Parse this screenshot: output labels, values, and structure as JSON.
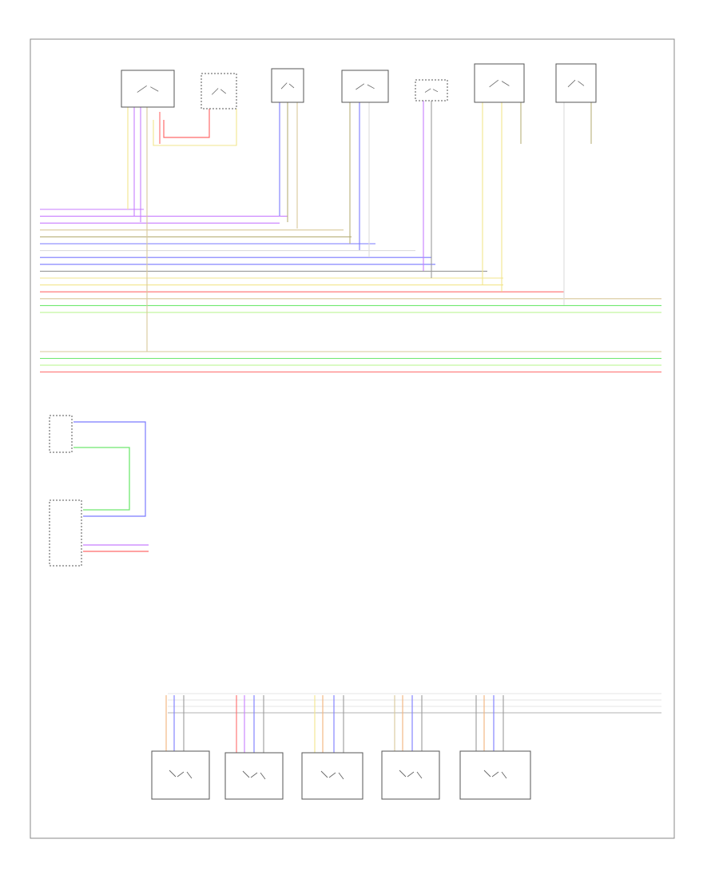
{
  "page": {
    "number": ""
  },
  "colors": {
    "red": "#ff6b6b",
    "blue": "#7a7aff",
    "violet": "#c77dff",
    "yellow": "#f2e58c",
    "tan": "#d8c89a",
    "olive": "#b8b07a",
    "green": "#6fe86f",
    "lightgreen": "#b5f58a",
    "orange": "#f2b27a",
    "brown": "#c08a5a",
    "gray": "#9a9a9a",
    "white": "#dddddd"
  },
  "top_components": [
    {
      "id": "c1",
      "icon": "module-icon"
    },
    {
      "id": "c2",
      "icon": "switch-icon"
    },
    {
      "id": "c3",
      "icon": "sensor-icon"
    },
    {
      "id": "c4",
      "icon": "module-icon"
    },
    {
      "id": "c5",
      "icon": "connector-icon"
    },
    {
      "id": "c6",
      "icon": "motor-icon"
    },
    {
      "id": "c7",
      "icon": "motor-icon"
    }
  ],
  "bottom_components": [
    {
      "id": "b1",
      "icon": "motor-icon"
    },
    {
      "id": "b2",
      "icon": "motor-icon"
    },
    {
      "id": "b3",
      "icon": "motor-icon"
    },
    {
      "id": "b4",
      "icon": "motor-icon"
    },
    {
      "id": "b5",
      "icon": "motor-icon"
    }
  ],
  "bus_wires": [
    {
      "color": "violet"
    },
    {
      "color": "violet"
    },
    {
      "color": "violet"
    },
    {
      "color": "tan"
    },
    {
      "color": "olive"
    },
    {
      "color": "blue"
    },
    {
      "color": "white"
    },
    {
      "color": "blue"
    },
    {
      "color": "blue"
    },
    {
      "color": "gray"
    },
    {
      "color": "yellow"
    },
    {
      "color": "yellow"
    },
    {
      "color": "red"
    },
    {
      "color": "tan"
    },
    {
      "color": "green"
    },
    {
      "color": "lightgreen"
    }
  ],
  "lower_bus_wires": [
    {
      "color": "tan"
    },
    {
      "color": "green"
    },
    {
      "color": "lightgreen"
    },
    {
      "color": "red"
    }
  ]
}
